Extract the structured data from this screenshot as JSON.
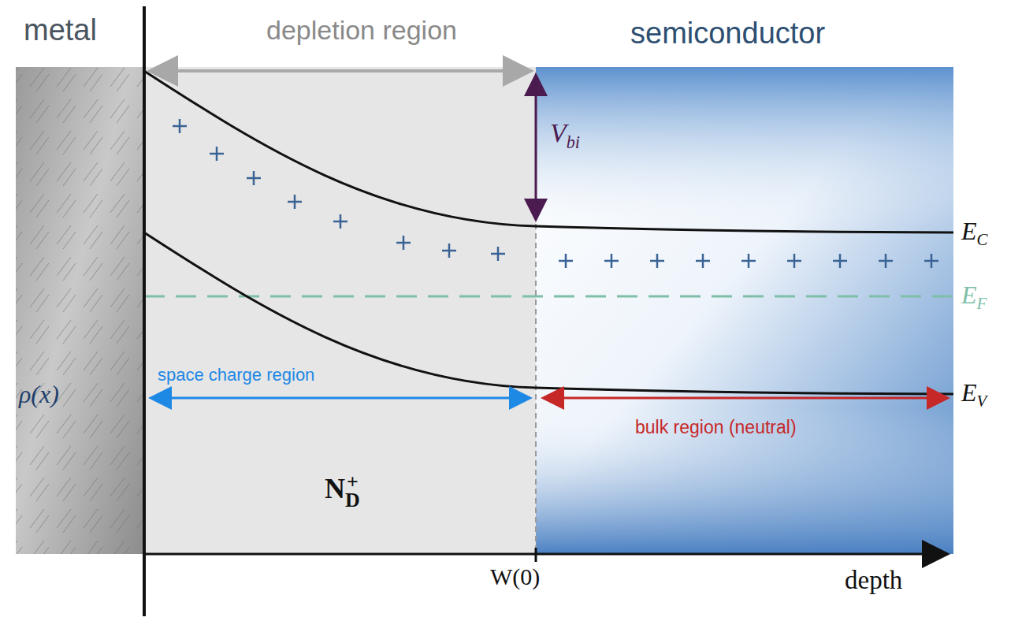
{
  "diagram": {
    "nodes": [
      {
        "text": [
          "metal",
          "ρ(x)"
        ]
      },
      {
        "text": [
          "ND+"
        ]
      },
      {
        "text": [
          "semiconductor"
        ]
      }
    ],
    "labels": [
      "depletion region",
      "Vbi",
      "EC",
      "EF",
      "EV",
      "space charge region",
      "bulk region (neutral)",
      "W(0)",
      "depth"
    ]
  }
}
